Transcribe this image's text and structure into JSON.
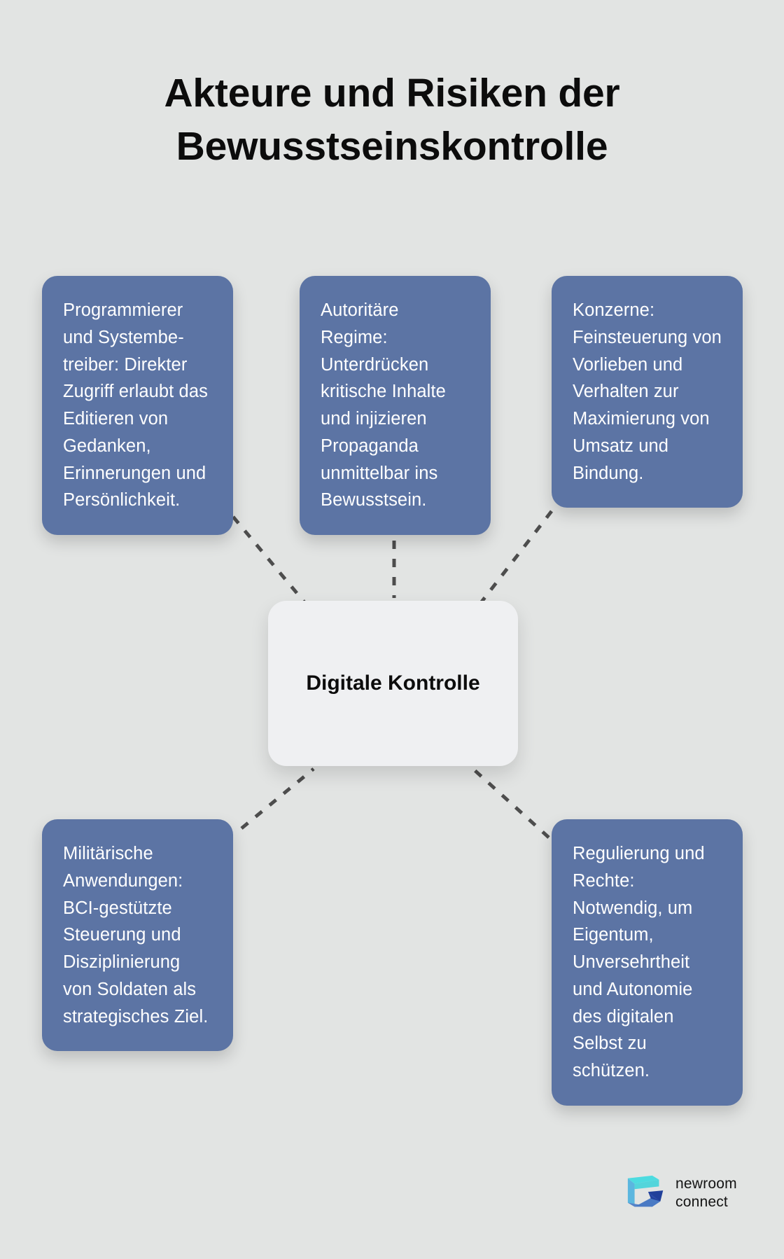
{
  "title": "Akteure und Risiken der Bewusstseinskontrolle",
  "center": {
    "label": "Digitale Kontrolle"
  },
  "colors": {
    "background": "#e2e4e3",
    "node_fill": "#5c74a4",
    "node_text": "#ffffff",
    "center_fill": "#eff0f2",
    "center_text": "#0c0c0c",
    "title_text": "#0c0c0c",
    "connector": "#4d4d4d",
    "logo_cyan": "#4ddbe0",
    "logo_light_blue": "#5bb6df",
    "logo_mid_blue": "#5683c8",
    "logo_dark_blue": "#21409a"
  },
  "nodes": [
    {
      "id": "programmer",
      "text": "Programmierer und Systembe-treiber: Direkter Zugriff erlaubt das Editieren von Gedanken, Erinnerungen und Persönlichkeit."
    },
    {
      "id": "regime",
      "text": "Autoritäre Regime: Unterdrücken kritische Inhalte und injizieren Propaganda unmittelbar ins Bewusstsein."
    },
    {
      "id": "corporate",
      "text": "Konzerne: Feinsteuerung von Vorlieben und Verhalten zur Maximierung von Umsatz und Bindung."
    },
    {
      "id": "military",
      "text": "Militärische Anwendungen: BCI-gestützte Steuerung und Disziplinierung von Soldaten als strategisches Ziel."
    },
    {
      "id": "regulation",
      "text": "Regulierung und Rechte: Notwendig, um Eigentum, Unversehrtheit und Autonomie des digitalen Selbst zu schützen."
    }
  ],
  "logo": {
    "line1": "newroom",
    "line2": "connect"
  }
}
